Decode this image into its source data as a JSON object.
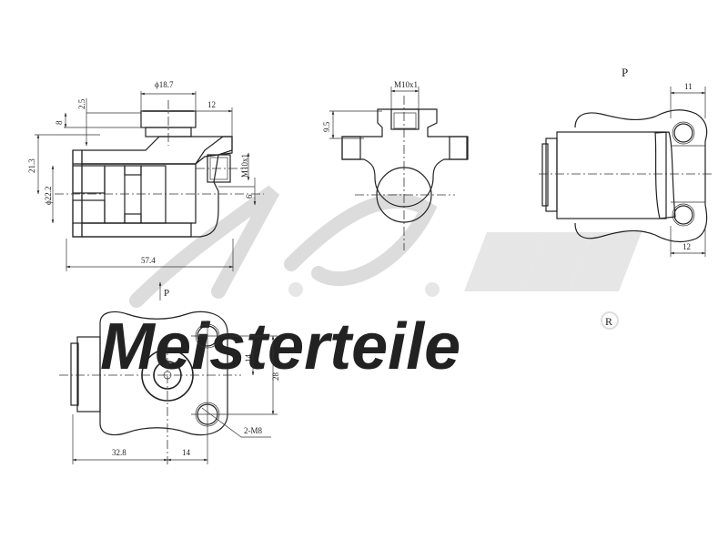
{
  "drawing": {
    "subject": "Wheel brake cylinder technical drawing",
    "colors": {
      "line": "#222222",
      "background": "#ffffff",
      "watermark": "#dcdcdc"
    },
    "watermark": {
      "line1": "A.L.",
      "line2": "Meisterteile",
      "registered_mark": "R"
    },
    "views": {
      "section_view": {
        "dims": {
          "piston_dia": "ϕ18.7",
          "top_offset": "2.5",
          "top_height": "8",
          "right_width": "12",
          "height_21": "21.3",
          "bore_dia": "ϕ22.2",
          "thread": "M10x1",
          "port_offset": "6",
          "overall_length": "57.4"
        }
      },
      "end_section_view": {
        "dims": {
          "thread": "M10x1",
          "height": "9.5"
        }
      },
      "top_view": {
        "label": "P",
        "dims": {
          "top_width": "11",
          "bottom_width": "12"
        }
      },
      "front_view": {
        "arrow_label": "P",
        "dims": {
          "hole_offset": "14",
          "hole_spacing": "28",
          "bolt_spec": "2-M8",
          "length_left": "32.8",
          "length_right": "14"
        }
      }
    }
  }
}
